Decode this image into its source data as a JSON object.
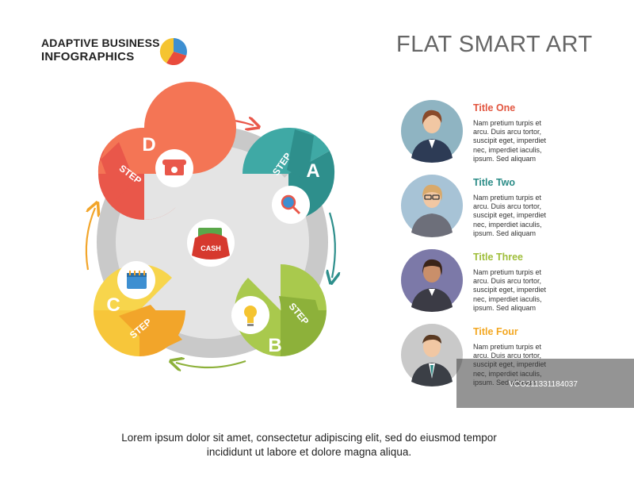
{
  "header": {
    "brand_line1": "ADAPTIVE BUSINESS",
    "brand_line2": "INFOGRAPHICS",
    "title": "FLAT SMART ART"
  },
  "diagram": {
    "center_label": "CASH",
    "steps": [
      {
        "letter": "A",
        "label": "STEP",
        "icon": "magnifier-icon",
        "color": "#2e8f8c",
        "light": "#3fa9a5"
      },
      {
        "letter": "B",
        "label": "STEP",
        "icon": "lightbulb-icon",
        "color": "#8db13a",
        "light": "#a9c94d"
      },
      {
        "letter": "C",
        "label": "STEP",
        "icon": "calendar-icon",
        "color": "#f2a52a",
        "light": "#f7d54c"
      },
      {
        "letter": "D",
        "label": "STEP",
        "icon": "telephone-icon",
        "color": "#e9574a",
        "light": "#f47555"
      }
    ]
  },
  "people": [
    {
      "title": "Title One",
      "color": "#e2553f",
      "avatar_bg": "#8fb4c2",
      "body": "Nam pretium turpis et\narcu. Duis arcu tortor,\nsuscipit eget, imperdiet\nnec, imperdiet iaculis,\nipsum. Sed aliquam"
    },
    {
      "title": "Title Two",
      "color": "#2b8c87",
      "avatar_bg": "#a7c3d6",
      "body": "Nam pretium turpis et\narcu. Duis arcu tortor,\nsuscipit eget, imperdiet\nnec, imperdiet iaculis,\nipsum. Sed aliquam"
    },
    {
      "title": "Title Three",
      "color": "#9fbe3a",
      "avatar_bg": "#7c79a8",
      "body": "Nam pretium turpis et\narcu. Duis arcu tortor,\nsuscipit eget, imperdiet\nnec, imperdiet iaculis,\nipsum. Sed aliquam"
    },
    {
      "title": "Title Four",
      "color": "#f3a721",
      "avatar_bg": "#c9c9c9",
      "body": "Nam pretium turpis et\narcu. Duis arcu tortor,\nsuscipit eget, imperdiet\nnec, imperdiet iaculis,\nipsum. Sed aliquam"
    }
  ],
  "caption": "Lorem ipsum dolor sit amet, consectetur adipiscing elit, sed do eiusmod tempor\nincididunt ut labore et dolore magna aliqua.",
  "watermark": "VCG211331184037"
}
